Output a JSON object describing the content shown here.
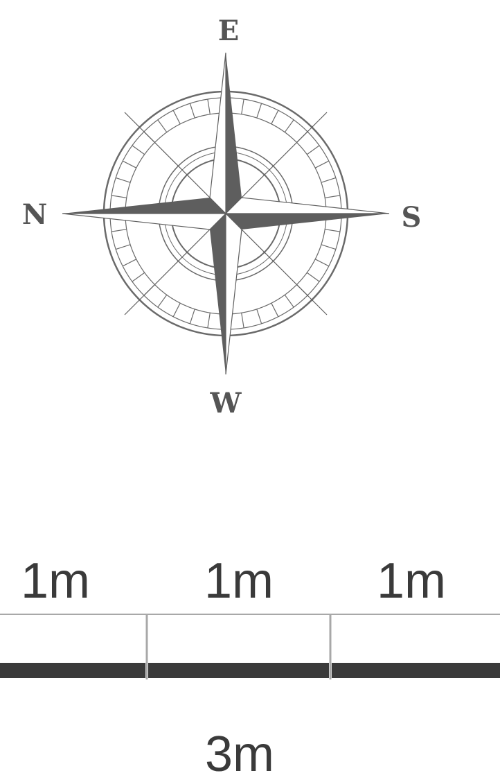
{
  "compass": {
    "north": "N",
    "east": "E",
    "south": "S",
    "west": "W"
  },
  "scale_bar": {
    "segments": [
      {
        "label": "1m"
      },
      {
        "label": "1m"
      },
      {
        "label": "1m"
      }
    ],
    "total_label": "3m"
  },
  "colors": {
    "ink": "#555555",
    "bar": "#3a3a3a",
    "rule": "#a8a8a8",
    "background": "#ffffff"
  }
}
